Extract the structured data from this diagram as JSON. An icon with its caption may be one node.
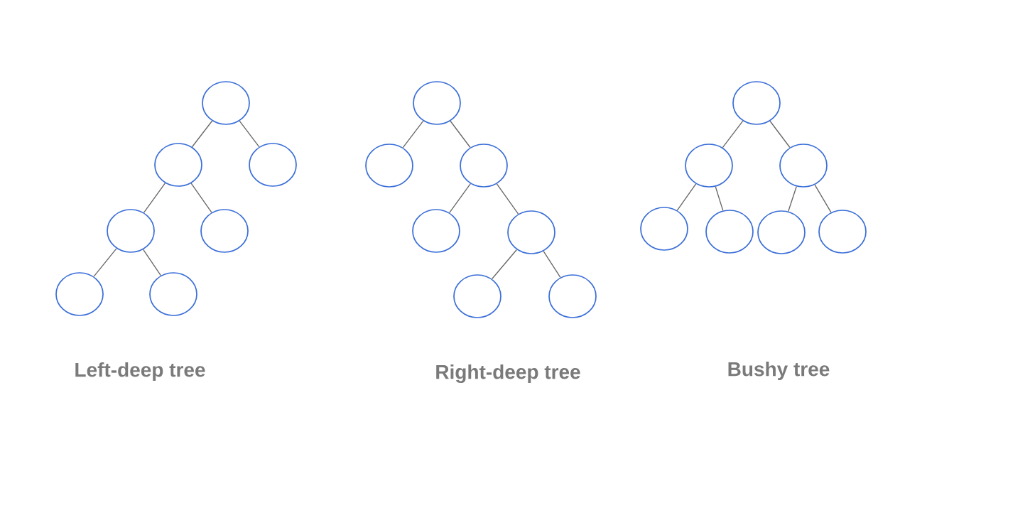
{
  "diagram": {
    "nodes": [
      {
        "text": [],
        "shape": "circle"
      },
      {
        "text": [],
        "shape": "circle"
      },
      {
        "text": [],
        "shape": "circle"
      },
      {
        "text": [],
        "shape": "circle"
      },
      {
        "text": [],
        "shape": "circle"
      },
      {
        "text": [],
        "shape": "circle"
      },
      {
        "text": [],
        "shape": "circle"
      },
      {
        "text": [],
        "shape": "circle"
      },
      {
        "text": [],
        "shape": "circle"
      },
      {
        "text": [],
        "shape": "circle"
      },
      {
        "text": [],
        "shape": "circle"
      },
      {
        "text": [],
        "shape": "circle"
      },
      {
        "text": [],
        "shape": "circle"
      },
      {
        "text": [],
        "shape": "circle"
      },
      {
        "text": [],
        "shape": "circle"
      },
      {
        "text": [],
        "shape": "circle"
      },
      {
        "text": [],
        "shape": "circle"
      },
      {
        "text": [],
        "shape": "circle"
      },
      {
        "text": [],
        "shape": "circle"
      },
      {
        "text": [],
        "shape": "circle"
      },
      {
        "text": [],
        "shape": "circle"
      }
    ],
    "edges": [
      {
        "from": 0,
        "to": 1,
        "arrow": "none"
      },
      {
        "from": 0,
        "to": 2,
        "arrow": "none"
      },
      {
        "from": 1,
        "to": 3,
        "arrow": "none"
      },
      {
        "from": 1,
        "to": 4,
        "arrow": "none"
      },
      {
        "from": 3,
        "to": 5,
        "arrow": "none"
      },
      {
        "from": 3,
        "to": 6,
        "arrow": "none"
      },
      {
        "from": 7,
        "to": 8,
        "arrow": "none"
      },
      {
        "from": 7,
        "to": 9,
        "arrow": "none"
      },
      {
        "from": 9,
        "to": 10,
        "arrow": "none"
      },
      {
        "from": 9,
        "to": 11,
        "arrow": "none"
      },
      {
        "from": 11,
        "to": 12,
        "arrow": "none"
      },
      {
        "from": 11,
        "to": 13,
        "arrow": "none"
      },
      {
        "from": 14,
        "to": 15,
        "arrow": "none"
      },
      {
        "from": 14,
        "to": 16,
        "arrow": "none"
      },
      {
        "from": 15,
        "to": 17,
        "arrow": "none"
      },
      {
        "from": 15,
        "to": 18,
        "arrow": "none"
      },
      {
        "from": 16,
        "to": 19,
        "arrow": "none"
      },
      {
        "from": 16,
        "to": 20,
        "arrow": "none"
      }
    ],
    "labels": [
      "Left-deep tree",
      "Right-deep tree",
      "Bushy tree"
    ]
  }
}
